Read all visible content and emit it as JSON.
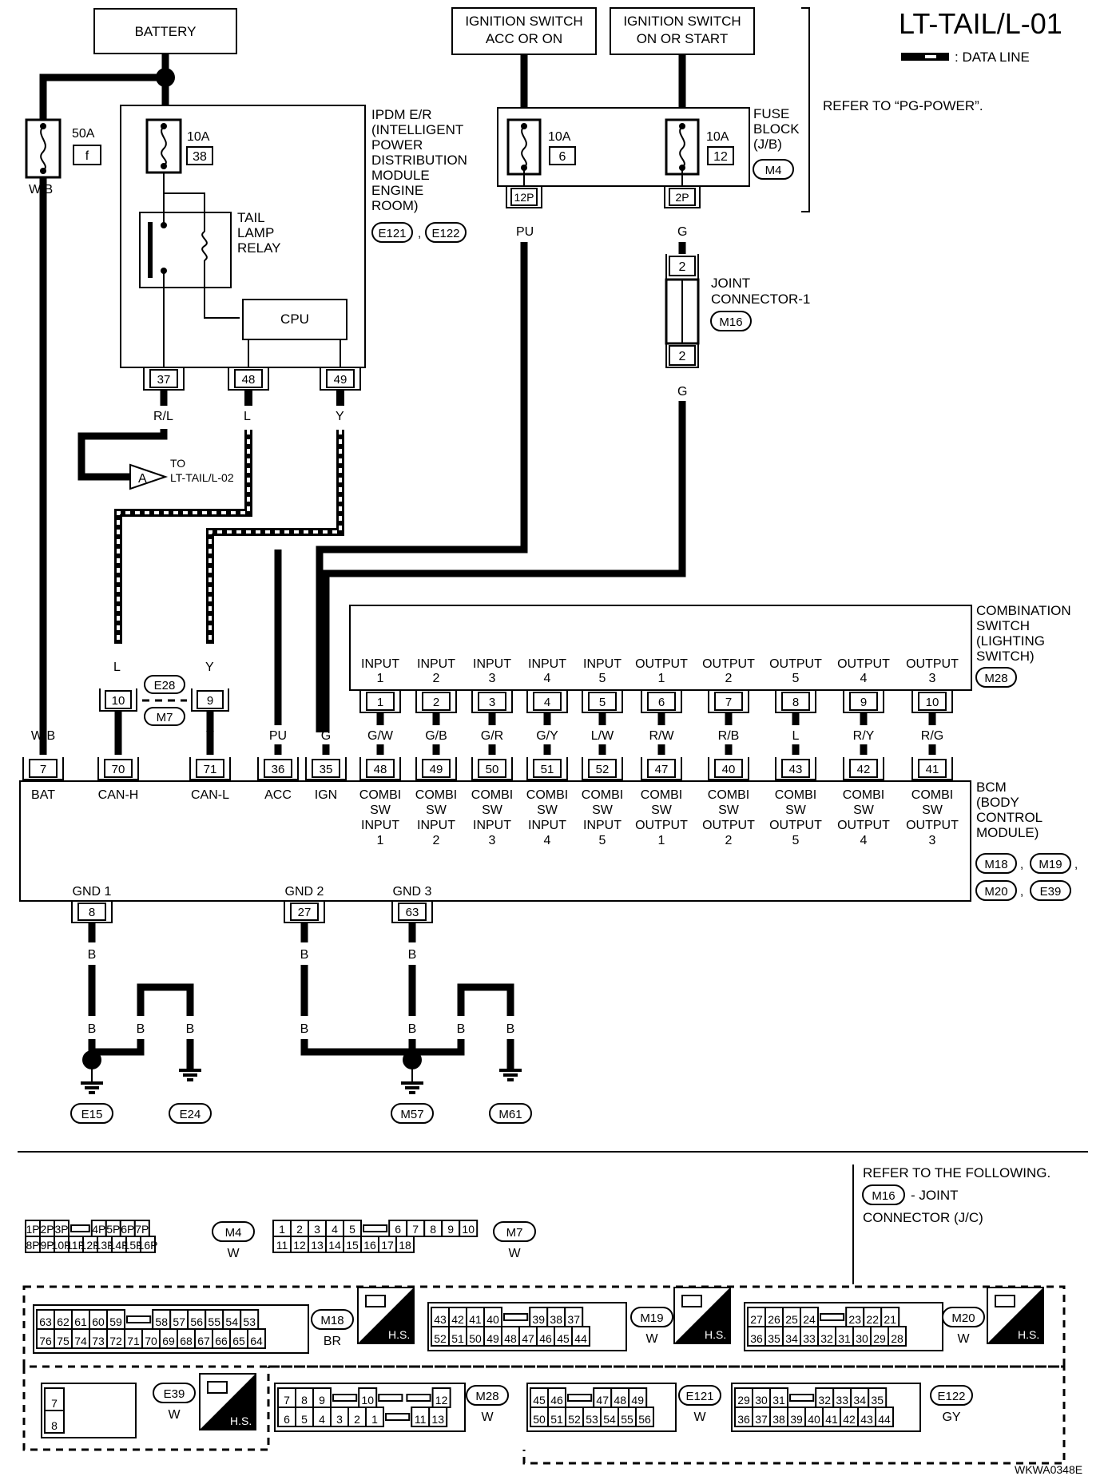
{
  "diagram": {
    "title": "LT-TAIL/L-01",
    "legend": {
      "label": ": DATA LINE"
    },
    "refer_power": "REFER TO “PG-POWER”.",
    "code": "WKWA0348E",
    "battery": "BATTERY",
    "ign_acc": [
      "IGNITION SWITCH",
      "ACC OR ON"
    ],
    "ign_on": [
      "IGNITION SWITCH",
      "ON OR START"
    ],
    "fuse_50a": {
      "amp": "50A",
      "id": "f"
    },
    "ipdm": {
      "label": [
        "IPDM E/R",
        "(INTELLIGENT",
        "POWER",
        "DISTRIBUTION",
        "MODULE",
        "ENGINE",
        "ROOM)"
      ],
      "fuse_amp": "10A",
      "fuse_id": "38",
      "relay": [
        "TAIL",
        "LAMP",
        "RELAY"
      ],
      "cpu": "CPU",
      "connectors": [
        "E121",
        "E122"
      ],
      "pins": [
        "37",
        "48",
        "49"
      ]
    },
    "fuse_block": {
      "label": [
        "FUSE",
        "BLOCK",
        "(J/B)"
      ],
      "connector": "M4",
      "fuses": [
        {
          "amp": "10A",
          "id": "6",
          "pin": "12P"
        },
        {
          "amp": "10A",
          "id": "12",
          "pin": "2P"
        }
      ]
    },
    "joint": {
      "label": [
        "JOINT",
        "CONNECTOR-1"
      ],
      "connector": "M16",
      "pin_top": "2",
      "pin_bottom": "2"
    },
    "to_ref": {
      "letter": "A",
      "lines": [
        "TO",
        "LT-TAIL/L-02"
      ]
    },
    "inline_connector": {
      "pins": [
        "10",
        "9"
      ],
      "ids": [
        "E28",
        "M7"
      ]
    },
    "combination_switch": {
      "label": [
        "COMBINATION",
        "SWITCH",
        "(LIGHTING",
        "SWITCH)"
      ],
      "connector": "M28",
      "terminals": [
        {
          "name": [
            "INPUT",
            "1"
          ],
          "pin": "1",
          "color": "G/W"
        },
        {
          "name": [
            "INPUT",
            "2"
          ],
          "pin": "2",
          "color": "G/B"
        },
        {
          "name": [
            "INPUT",
            "3"
          ],
          "pin": "3",
          "color": "G/R"
        },
        {
          "name": [
            "INPUT",
            "4"
          ],
          "pin": "4",
          "color": "G/Y"
        },
        {
          "name": [
            "INPUT",
            "5"
          ],
          "pin": "5",
          "color": "L/W"
        },
        {
          "name": [
            "OUTPUT",
            "1"
          ],
          "pin": "6",
          "color": "R/W"
        },
        {
          "name": [
            "OUTPUT",
            "2"
          ],
          "pin": "7",
          "color": "R/B"
        },
        {
          "name": [
            "OUTPUT",
            "5"
          ],
          "pin": "8",
          "color": "L"
        },
        {
          "name": [
            "OUTPUT",
            "4"
          ],
          "pin": "9",
          "color": "R/Y"
        },
        {
          "name": [
            "OUTPUT",
            "3"
          ],
          "pin": "10",
          "color": "R/G"
        }
      ]
    },
    "bcm": {
      "label": [
        "BCM",
        "(BODY",
        "CONTROL",
        "MODULE)"
      ],
      "connectors": [
        "M18",
        "M19",
        "M20",
        "E39"
      ],
      "left_pins": [
        {
          "pin": "7",
          "name": "BAT",
          "color": "W/B"
        },
        {
          "pin": "70",
          "name": "CAN-H",
          "color": "L"
        },
        {
          "pin": "71",
          "name": "CAN-L",
          "color": "Y"
        },
        {
          "pin": "36",
          "name": "ACC",
          "color": "PU"
        },
        {
          "pin": "35",
          "name": "IGN",
          "color": "G"
        }
      ],
      "combi_pins": [
        {
          "pin": "48",
          "name": [
            "COMBI",
            "SW",
            "INPUT",
            "1"
          ]
        },
        {
          "pin": "49",
          "name": [
            "COMBI",
            "SW",
            "INPUT",
            "2"
          ]
        },
        {
          "pin": "50",
          "name": [
            "COMBI",
            "SW",
            "INPUT",
            "3"
          ]
        },
        {
          "pin": "51",
          "name": [
            "COMBI",
            "SW",
            "INPUT",
            "4"
          ]
        },
        {
          "pin": "52",
          "name": [
            "COMBI",
            "SW",
            "INPUT",
            "5"
          ]
        },
        {
          "pin": "47",
          "name": [
            "COMBI",
            "SW",
            "OUTPUT",
            "1"
          ]
        },
        {
          "pin": "40",
          "name": [
            "COMBI",
            "SW",
            "OUTPUT",
            "2"
          ]
        },
        {
          "pin": "43",
          "name": [
            "COMBI",
            "SW",
            "OUTPUT",
            "5"
          ]
        },
        {
          "pin": "42",
          "name": [
            "COMBI",
            "SW",
            "OUTPUT",
            "4"
          ]
        },
        {
          "pin": "41",
          "name": [
            "COMBI",
            "SW",
            "OUTPUT",
            "3"
          ]
        }
      ],
      "grounds": [
        {
          "name": "GND 1",
          "pin": "8"
        },
        {
          "name": "GND 2",
          "pin": "27"
        },
        {
          "name": "GND 3",
          "pin": "63"
        }
      ]
    },
    "wire_labels": {
      "wb": "W/B",
      "rl": "R/L",
      "l": "L",
      "y": "Y",
      "pu": "PU",
      "g": "G",
      "b": "B"
    },
    "ground_points": [
      "E15",
      "E24",
      "M57",
      "M61"
    ],
    "refer_following": {
      "line1": "REFER TO THE FOLLOWING.",
      "connector": "M16",
      "line2": "- JOINT",
      "line3": "CONNECTOR (J/C)"
    },
    "connector_views": {
      "m4": {
        "id": "M4",
        "color": "W",
        "top": [
          "1P",
          "2P",
          "3P",
          "",
          "4P",
          "5P",
          "6P",
          "7P"
        ],
        "bottom": [
          "8P",
          "9P",
          "10P",
          "11P",
          "12P",
          "13P",
          "14P",
          "15P",
          "16P"
        ]
      },
      "m7": {
        "id": "M7",
        "color": "W",
        "top": [
          "1",
          "2",
          "3",
          "4",
          "5",
          "",
          "6",
          "7",
          "8",
          "9",
          "10"
        ],
        "bottom": [
          "11",
          "12",
          "13",
          "14",
          "15",
          "16",
          "17",
          "18"
        ]
      },
      "m18": {
        "id": "M18",
        "color": "BR",
        "hs": "H.S.",
        "top": [
          "63",
          "62",
          "61",
          "60",
          "59",
          "",
          "58",
          "57",
          "56",
          "55",
          "54",
          "53"
        ],
        "bottom": [
          "76",
          "75",
          "74",
          "73",
          "72",
          "71",
          "70",
          "69",
          "68",
          "67",
          "66",
          "65",
          "64"
        ]
      },
      "m19": {
        "id": "M19",
        "color": "W",
        "hs": "H.S.",
        "top": [
          "43",
          "42",
          "41",
          "40",
          "",
          "39",
          "38",
          "37"
        ],
        "bottom": [
          "52",
          "51",
          "50",
          "49",
          "48",
          "47",
          "46",
          "45",
          "44"
        ]
      },
      "m20": {
        "id": "M20",
        "color": "W",
        "hs": "H.S.",
        "top": [
          "27",
          "26",
          "25",
          "24",
          "",
          "23",
          "22",
          "21"
        ],
        "bottom": [
          "36",
          "35",
          "34",
          "33",
          "32",
          "31",
          "30",
          "29",
          "28"
        ]
      },
      "e39": {
        "id": "E39",
        "color": "W",
        "hs": "H.S.",
        "top": [
          "7"
        ],
        "bottom": [
          "8"
        ]
      },
      "m28": {
        "id": "M28",
        "color": "W",
        "top": [
          "7",
          "8",
          "9",
          "",
          "10",
          "",
          "",
          "12"
        ],
        "bottom": [
          "6",
          "5",
          "4",
          "3",
          "2",
          "1",
          "",
          "11",
          "13"
        ]
      },
      "e121": {
        "id": "E121",
        "color": "W",
        "top": [
          "45",
          "46",
          "",
          "47",
          "48",
          "49"
        ],
        "bottom": [
          "50",
          "51",
          "52",
          "53",
          "54",
          "55",
          "56"
        ]
      },
      "e122": {
        "id": "E122",
        "color": "GY",
        "top": [
          "29",
          "30",
          "31",
          "",
          "32",
          "33",
          "34",
          "35"
        ],
        "bottom": [
          "36",
          "37",
          "38",
          "39",
          "40",
          "41",
          "42",
          "43",
          "44"
        ]
      }
    }
  }
}
